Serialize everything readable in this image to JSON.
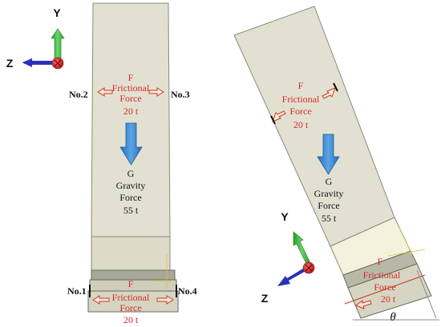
{
  "axes_left": {
    "y": "Y",
    "z": "Z"
  },
  "axes_right": {
    "y": "Y",
    "z": "Z"
  },
  "left_column": {
    "friction_top": {
      "symbol": "F",
      "line1": "Frictional",
      "line2": "Force",
      "value": "20 t"
    },
    "gravity": {
      "symbol": "G",
      "line1": "Gravity",
      "line2": "Force",
      "value": "55 t"
    },
    "friction_bottom": {
      "symbol": "F",
      "line1": "Frictional",
      "line2": "Force",
      "value": "20 t"
    },
    "labels": {
      "no1": "No.1",
      "no2": "No.2",
      "no3": "No.3",
      "no4": "No.4"
    }
  },
  "right_column": {
    "friction_top": {
      "symbol": "F",
      "line1": "Frictional",
      "line2": "Force",
      "value": "20 t"
    },
    "gravity": {
      "symbol": "G",
      "line1": "Gravity",
      "line2": "Force",
      "value": "55 t"
    },
    "friction_bottom": {
      "symbol": "F",
      "line1": "Frictional",
      "line2": "Force",
      "value": "20 t"
    },
    "angle_symbol": "θ"
  },
  "colors": {
    "column_fill": "#e2e1d1",
    "column_stroke": "#8a8a80",
    "force_text": "#d42a2a",
    "gravity_arrow": "#3a86d0",
    "axis_y": "#3cb43c",
    "axis_z": "#2a32b8",
    "axis_origin": "#d82020"
  },
  "icons": [
    "coordinate-axes-icon",
    "gravity-arrow-icon",
    "friction-arrow-icon",
    "support-marker-icon"
  ]
}
